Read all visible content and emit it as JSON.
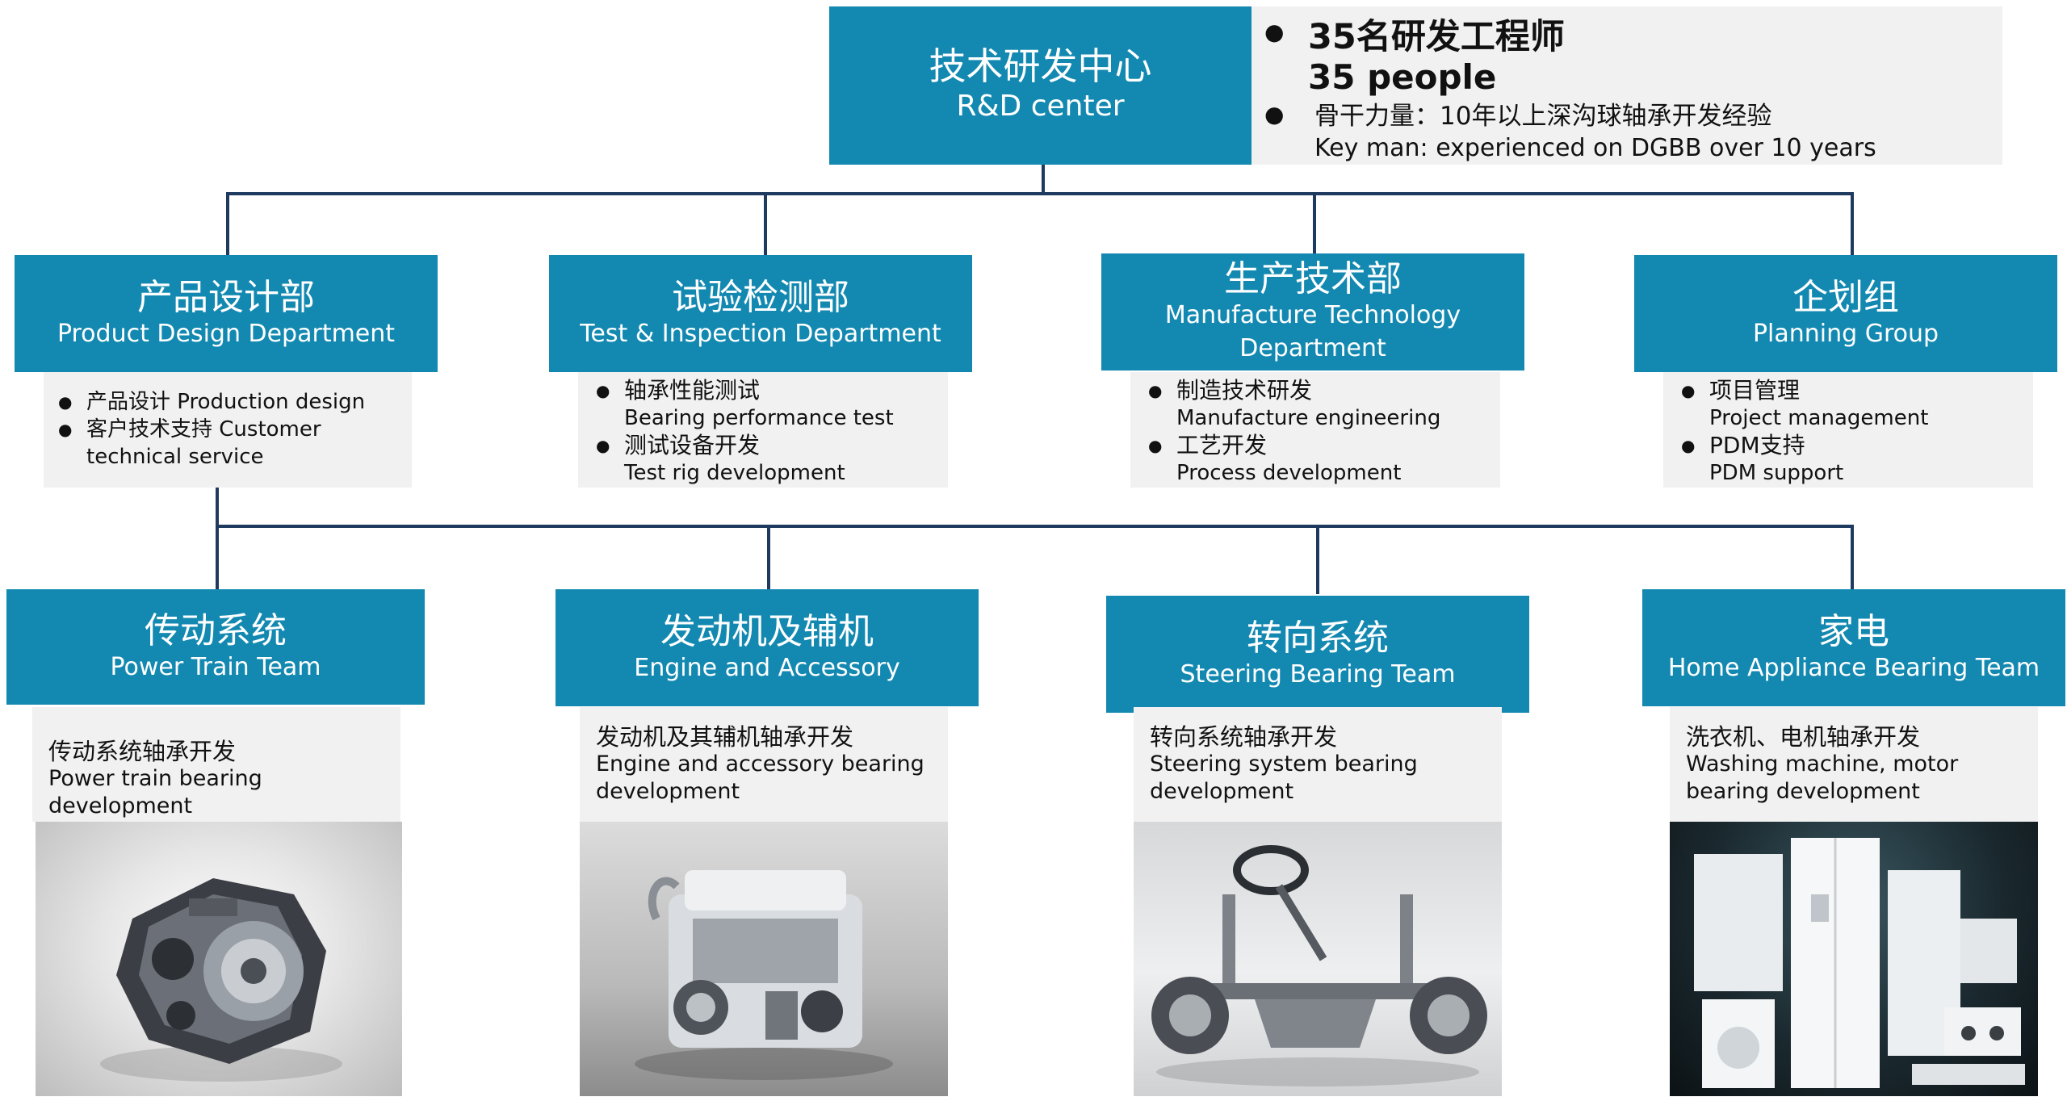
{
  "root": {
    "title_zh": "技术研发中心",
    "title_en": "R&D center"
  },
  "summary": {
    "headcount_zh": "35名研发工程师",
    "headcount_en": "35 people",
    "key_zh": "骨干力量：10年以上深沟球轴承开发经验",
    "key_en": "Key man: experienced on DGBB over 10 years"
  },
  "departments": [
    {
      "name_zh": "产品设计部",
      "name_en": "Product Design Department",
      "items": [
        {
          "line1": "产品设计 Production design"
        },
        {
          "line1": "客户技术支持 Customer",
          "line2": "technical  service"
        }
      ]
    },
    {
      "name_zh": "试验检测部",
      "name_en": "Test & Inspection Department",
      "items": [
        {
          "line1": "轴承性能测试",
          "line2": "Bearing performance  test"
        },
        {
          "line1": "测试设备开发",
          "line2": "Test rig development"
        }
      ]
    },
    {
      "name_zh": "生产技术部",
      "name_en": "Manufacture Technology Department",
      "items": [
        {
          "line1": "制造技术研发",
          "line2": "Manufacture  engineering"
        },
        {
          "line1": "工艺开发",
          "line2": "Process development"
        }
      ]
    },
    {
      "name_zh": "企划组",
      "name_en": "Planning Group",
      "items": [
        {
          "line1": "项目管理",
          "line2": "Project management"
        },
        {
          "line1": "PDM支持",
          "line2": "PDM support"
        }
      ]
    }
  ],
  "teams": [
    {
      "name_zh": "传动系统",
      "name_en": "Power Train Team",
      "desc_zh": "传动系统轴承开发",
      "desc_en": "Power train bearing development"
    },
    {
      "name_zh": "发动机及辅机",
      "name_en": "Engine and Accessory",
      "desc_zh": "发动机及其辅机轴承开发",
      "desc_en": "Engine and accessory bearing development"
    },
    {
      "name_zh": "转向系统",
      "name_en": "Steering Bearing Team",
      "desc_zh": "转向系统轴承开发",
      "desc_en": "Steering system bearing development"
    },
    {
      "name_zh": "家电",
      "name_en": "Home Appliance Bearing Team",
      "desc_zh": "洗衣机、电机轴承开发",
      "desc_en": "Washing machine, motor bearing development"
    }
  ],
  "colors": {
    "box_teal": "#1389b1",
    "connector": "#1e3a5f",
    "panel_grey": "#f1f1f1"
  }
}
